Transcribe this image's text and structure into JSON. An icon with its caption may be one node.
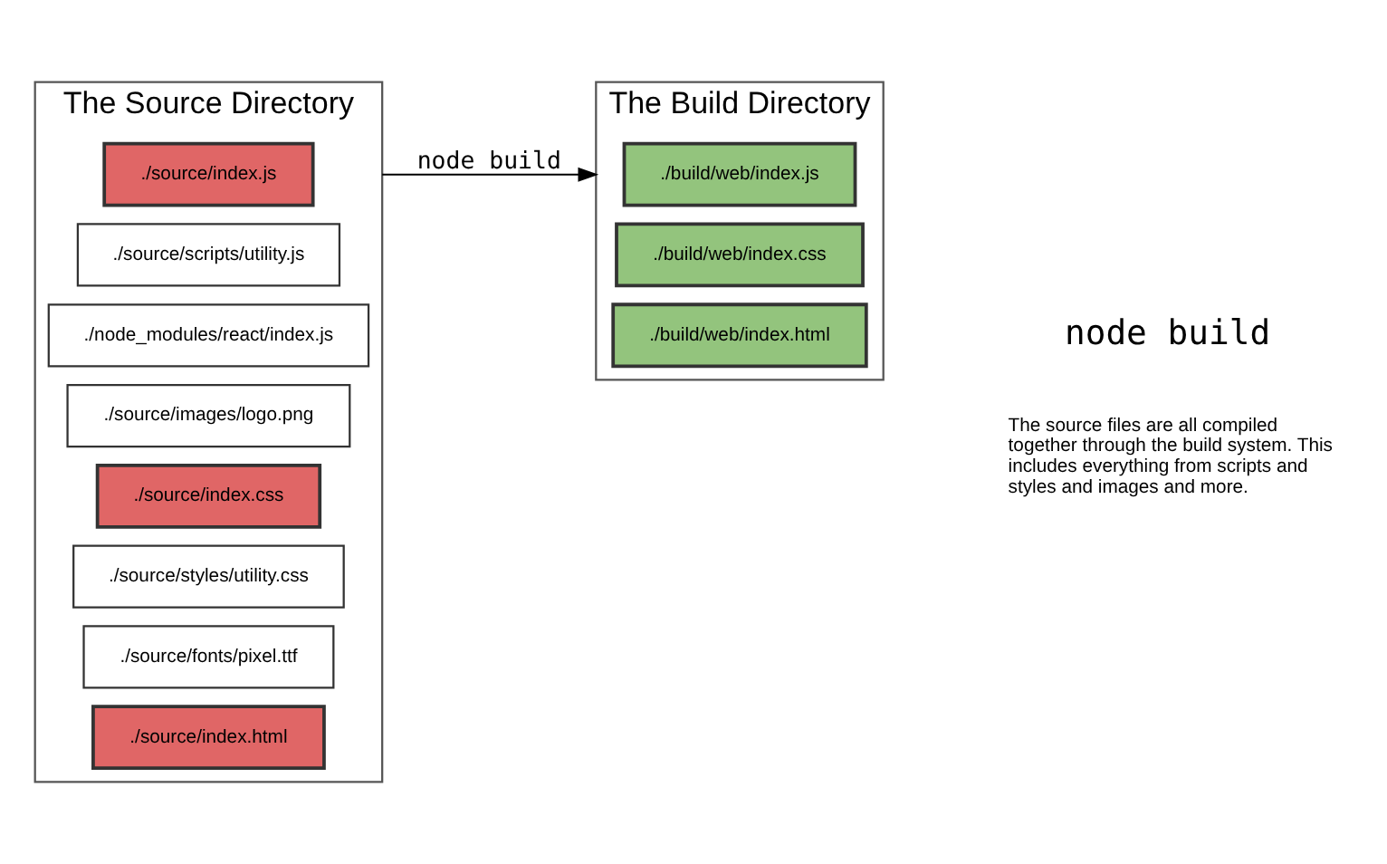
{
  "diagram": {
    "nodes": [
      {
        "text": [
          "The Source Directory"
        ]
      },
      {
        "text": [
          "./source/index.js"
        ],
        "in": 0
      },
      {
        "text": [
          "./source/scripts/utility.js"
        ],
        "in": 0
      },
      {
        "text": [
          "./node_modules/react/index.js"
        ],
        "in": 0
      },
      {
        "text": [
          "./source/images/logo.png"
        ],
        "in": 0
      },
      {
        "text": [
          "./source/index.css"
        ],
        "in": 0
      },
      {
        "text": [
          "./source/styles/utility.css"
        ],
        "in": 0
      },
      {
        "text": [
          "./source/fonts/pixel.ttf"
        ],
        "in": 0
      },
      {
        "text": [
          "./source/index.html"
        ],
        "in": 0
      },
      {
        "text": [
          "The Build Directory"
        ]
      },
      {
        "text": [
          "./build/web/index.js"
        ],
        "in": 9
      },
      {
        "text": [
          "./build/web/index.css"
        ],
        "in": 9
      },
      {
        "text": [
          "./build/web/index.html"
        ],
        "in": 9
      }
    ],
    "edges": [
      {
        "from": 0,
        "to": 9,
        "arrow": "to",
        "label": "node build"
      }
    ],
    "labels": [
      "node build",
      "The source files are all compiled together through the build system. This includes everything from scripts and styles and images and more."
    ]
  }
}
